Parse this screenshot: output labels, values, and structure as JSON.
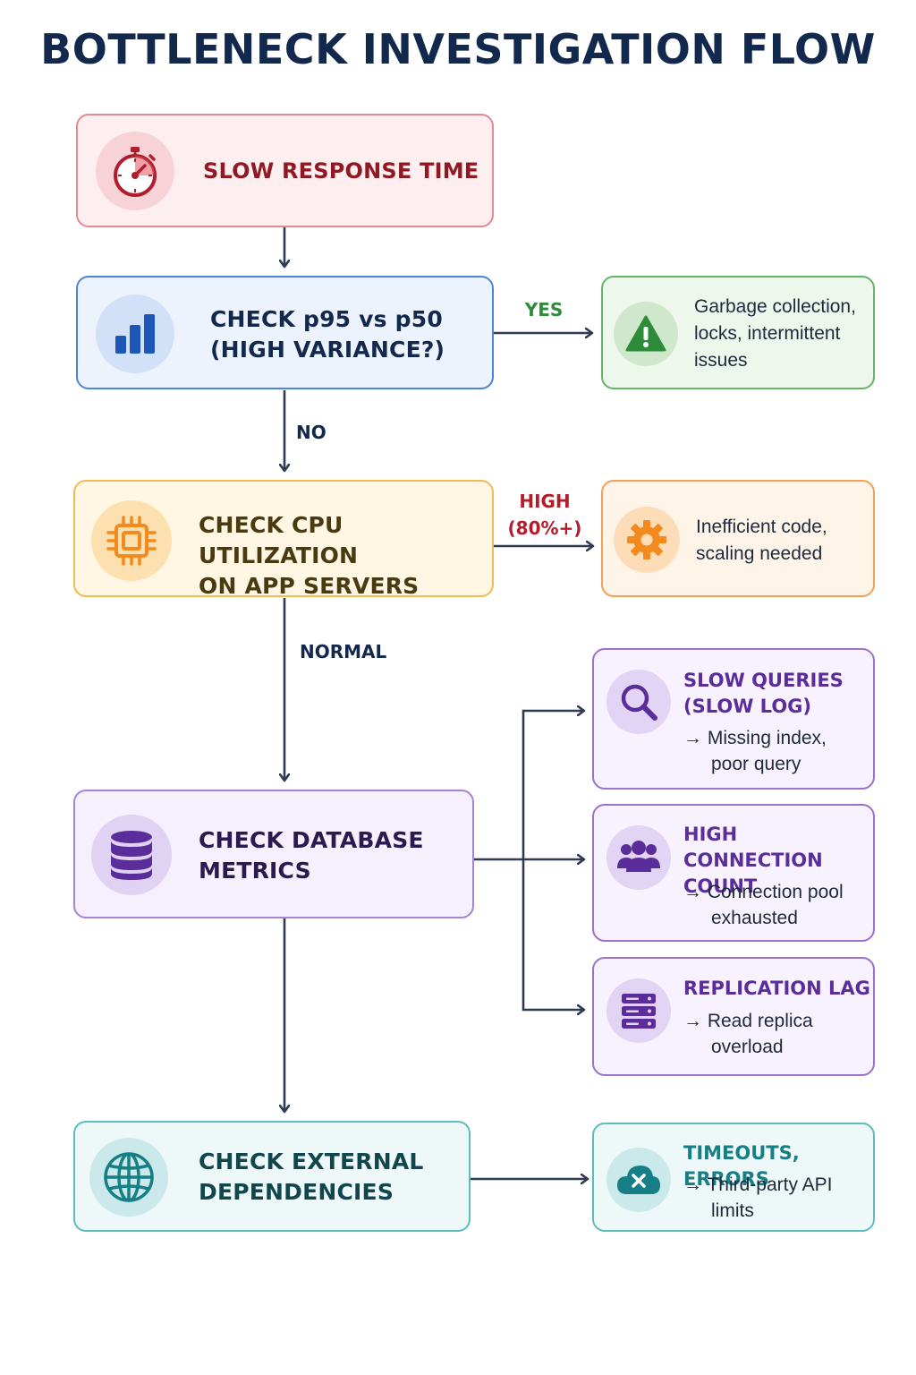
{
  "title": "BOTTLENECK INVESTIGATION FLOW",
  "colors": {
    "red": "#b01e2d",
    "blue": "#1c57b8",
    "green": "#2e8b3a",
    "orange": "#f28a1d",
    "purple": "#6f3fb0",
    "teal": "#167f86",
    "navy": "#13284d"
  },
  "nodes": {
    "slow_response": {
      "icon": "stopwatch-icon",
      "label": "SLOW RESPONSE TIME"
    },
    "check_p95": {
      "icon": "bar-chart-icon",
      "label_lines": [
        "CHECK p95 vs p50",
        "(HIGH VARIANCE?)"
      ]
    },
    "check_cpu": {
      "icon": "cpu-chip-icon",
      "label_lines": [
        "CHECK CPU UTILIZATION",
        "ON APP SERVERS"
      ]
    },
    "check_db": {
      "icon": "database-icon",
      "label_lines": [
        "CHECK DATABASE",
        "METRICS"
      ]
    },
    "check_external": {
      "icon": "globe-icon",
      "label_lines": [
        "CHECK EXTERNAL",
        "DEPENDENCIES"
      ]
    }
  },
  "outcomes": {
    "gc_locks": {
      "icon": "warning-icon",
      "text_lines": [
        "Garbage collection,",
        "locks, intermittent",
        "issues"
      ]
    },
    "inefficient_code": {
      "icon": "gear-icon",
      "text_lines": [
        "Inefficient code,",
        "scaling needed"
      ]
    },
    "slow_queries": {
      "icon": "magnifier-icon",
      "title_lines": [
        "SLOW QUERIES",
        "(SLOW LOG)"
      ],
      "detail_lines": [
        "→ Missing index,",
        "poor query"
      ]
    },
    "high_connection": {
      "icon": "users-icon",
      "title_lines": [
        "HIGH CONNECTION",
        "COUNT"
      ],
      "detail_lines": [
        "→ Connection pool",
        "exhausted"
      ]
    },
    "replication_lag": {
      "icon": "server-icon",
      "title_lines": [
        "REPLICATION LAG"
      ],
      "detail_lines": [
        "→ Read replica",
        "overload"
      ]
    },
    "timeouts": {
      "icon": "cloud-error-icon",
      "title_lines": [
        "TIMEOUTS, ERRORS"
      ],
      "detail_lines": [
        "→ Third-party API",
        "limits"
      ]
    }
  },
  "edge_labels": {
    "yes": "YES",
    "no": "NO",
    "high_lines": [
      "HIGH",
      "(80%+)"
    ],
    "normal": "NORMAL"
  }
}
